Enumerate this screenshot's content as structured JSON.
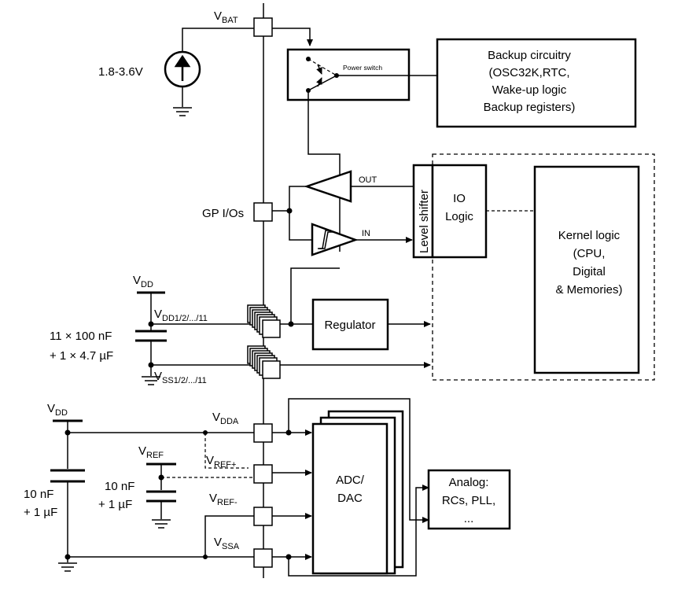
{
  "labels": {
    "vbat_main": "V",
    "vbat_sub": "BAT",
    "battery_voltage": "1.8-3.6V",
    "power_switch": "Power switch",
    "backup_line1": "Backup circuitry",
    "backup_line2": "(OSC32K,RTC,",
    "backup_line3": "Wake-up logic",
    "backup_line4": "Backup registers)",
    "out": "OUT",
    "in": "IN",
    "level_shifter": "Level shifter",
    "io_line1": "IO",
    "io_line2": "Logic",
    "kernel_line1": "Kernel logic",
    "kernel_line2": "(CPU,",
    "kernel_line3": "Digital",
    "kernel_line4": "& Memories)",
    "gpio": "GP I/Os",
    "vdd_main": "V",
    "vdd_sub": "DD",
    "vdd123_main": "V",
    "vdd123_sub": "DD1/2/.../11",
    "cap1_line1": "11 × 100 nF",
    "cap1_line2": "+ 1 × 4.7 µF",
    "vss123_main": "V",
    "vss123_sub": "SS1/2/.../11",
    "regulator": "Regulator",
    "vdd2_main": "V",
    "vdd2_sub": "DD",
    "vdda_main": "V",
    "vdda_sub": "DDA",
    "vref_main": "V",
    "vref_sub": "REF",
    "vrefp_main": "V",
    "vrefp_sub": "REF+",
    "vrefm_main": "V",
    "vrefm_sub": "REF-",
    "vssa_main": "V",
    "vssa_sub": "SSA",
    "cap2_line1": "10 nF",
    "cap2_line2": "+ 1 µF",
    "cap3_line1": "10 nF",
    "cap3_line2": "+ 1 µF",
    "adc_line1": "ADC/",
    "adc_line2": "DAC",
    "analog_line1": "Analog:",
    "analog_line2": "RCs, PLL,",
    "analog_line3": "..."
  }
}
